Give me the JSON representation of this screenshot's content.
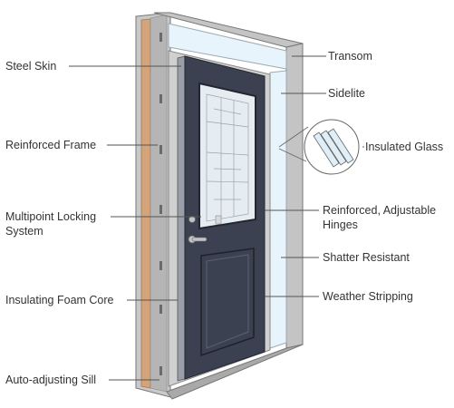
{
  "labels": {
    "steel_skin": "Steel Skin",
    "reinforced_frame": "Reinforced Frame",
    "multipoint_line1": "Multipoint Locking",
    "multipoint_line2": "System",
    "insulating_foam_core": "Insulating Foam Core",
    "auto_adjusting_sill": "Auto-adjusting Sill",
    "transom": "Transom",
    "sidelite": "Sidelite",
    "insulated_glass": "Insulated Glass",
    "hinges_line1": "Reinforced, Adjustable",
    "hinges_line2": "Hinges",
    "shatter_resistant": "Shatter Resistant",
    "weather_stripping": "Weather Stripping"
  },
  "colors": {
    "door_panel": "#3b4150",
    "glass": "#e8f4fb",
    "frame": "#bcbcbc",
    "wood_edge": "#d4a47a",
    "leader_line": "#555555"
  }
}
